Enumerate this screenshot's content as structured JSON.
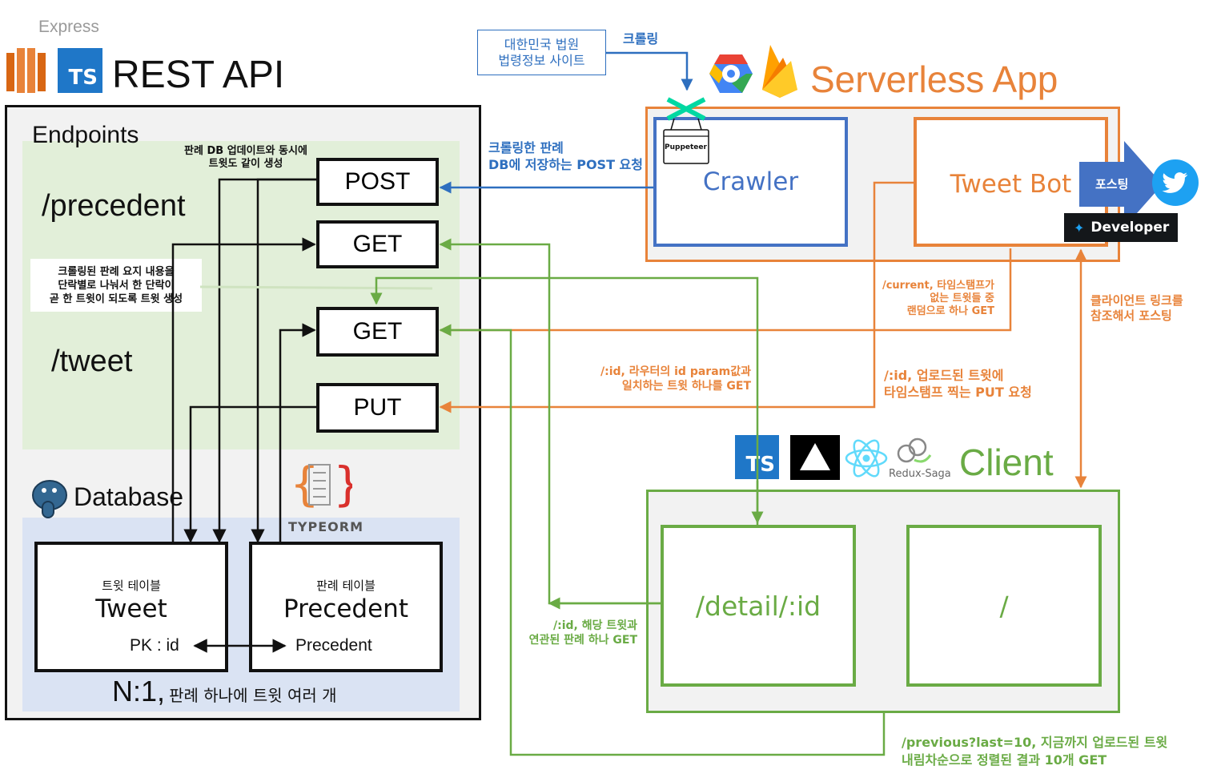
{
  "backend": {
    "express_label": "Express",
    "ts_badge": "TS",
    "title": "REST API",
    "endpoints_label": "Endpoints",
    "precedent_route": "/precedent",
    "tweet_route": "/tweet",
    "methods": {
      "post": "POST",
      "get_precedent": "GET",
      "get_tweet": "GET",
      "put": "PUT"
    },
    "note_post": "판례 DB 업데이트와 동시에\n트윗도 같이 생성",
    "note_tweet": "크롤링된 판례 요지 내용을\n단락별로 나눠서 한 단락이\n곧 한 트윗이 되도록 트윗 생성",
    "database_label": "Database",
    "typeorm_label": "TYPEORM",
    "tables": {
      "tweet": {
        "caption": "트윗 테이블",
        "name": "Tweet",
        "field": "PK : id"
      },
      "precedent": {
        "caption": "판례 테이블",
        "name": "Precedent",
        "field": "Precedent"
      }
    },
    "relation_big": "N:1,",
    "relation_text": "판례 하나에 트윗 여러 개"
  },
  "serverless": {
    "source_site": "대한민국 법원\n법령정보 사이트",
    "crawl_label": "크롤링",
    "title": "Serverless App",
    "puppeteer": "Puppeteer",
    "crawler": "Crawler",
    "tweet_bot": "Tweet Bot",
    "posting": "포스팅",
    "developer": "Developer",
    "post_note": "크롤링한 판례\nDB에 저장하는 POST 요청",
    "current_note": "/current, 타임스탬프가\n없는 트윗들 중\n랜덤으로 하나 GET",
    "id_get_note": "/:id, 라우터의 id param값과\n일치하는 트윗 하나를 GET",
    "put_note": "/:id, 업로드된 트윗에\n타임스탬프 찍는 PUT 요청",
    "client_link_note": "클라이언트 링크를\n참조해서 포스팅"
  },
  "client": {
    "ts_badge": "TS",
    "redux_saga": "Redux-Saga",
    "title": "Client",
    "detail_route": "/detail/:id",
    "root_route": "/",
    "detail_note": "/:id, 해당 트윗과\n연관된 판례 하나 GET",
    "previous_note": "/previous?last=10, 지금까지 업로드된 트윗\n내림차순으로 정렬된 결과 10개 GET"
  },
  "colors": {
    "orange": "#E8833A",
    "green": "#6AAB45",
    "blue": "#2E6FBF",
    "blue_dark": "#4472C4",
    "panel": "#F2F2F2",
    "endpoints_bg": "#E2EFD9",
    "database_bg": "#DAE3F3",
    "ts_blue": "#1F77C8",
    "twitter": "#1DA1F2"
  }
}
